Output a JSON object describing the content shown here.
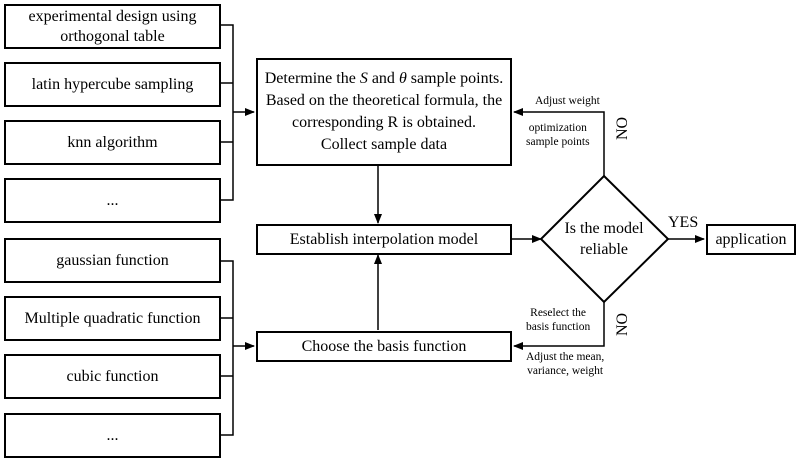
{
  "methods": [
    {
      "line1": "experimental design using",
      "line2": "orthogonal table"
    },
    {
      "label": "latin hypercube sampling"
    },
    {
      "label": "knn algorithm"
    },
    {
      "label": "..."
    }
  ],
  "functions": [
    {
      "label": "gaussian function"
    },
    {
      "label": "Multiple quadratic function"
    },
    {
      "label": "cubic function"
    },
    {
      "label": "..."
    }
  ],
  "sample_box": {
    "line1_pre": "Determine the ",
    "symbol_s": "S",
    "line1_mid": " and ",
    "symbol_theta": "θ",
    "line1_post": " sample points.",
    "line2": "Based on the theoretical formula, the",
    "line3": "corresponding R is obtained.",
    "line4": "Collect sample data"
  },
  "interp_box": {
    "label": "Establish interpolation model"
  },
  "basis_box": {
    "label": "Choose the basis function"
  },
  "decision": {
    "line1": "Is the model",
    "line2": "reliable"
  },
  "app_box": {
    "label": "application"
  },
  "labels": {
    "yes": "YES",
    "no_top": "NO",
    "no_bottom": "NO",
    "adjust_weight": "Adjust weight",
    "optimization_line1": "optimization",
    "optimization_line2": "sample points",
    "reselect_line1": "Reselect the",
    "reselect_line2": "basis function",
    "adjust_mean_line1": "Adjust the mean,",
    "adjust_mean_line2": "variance, weight"
  }
}
